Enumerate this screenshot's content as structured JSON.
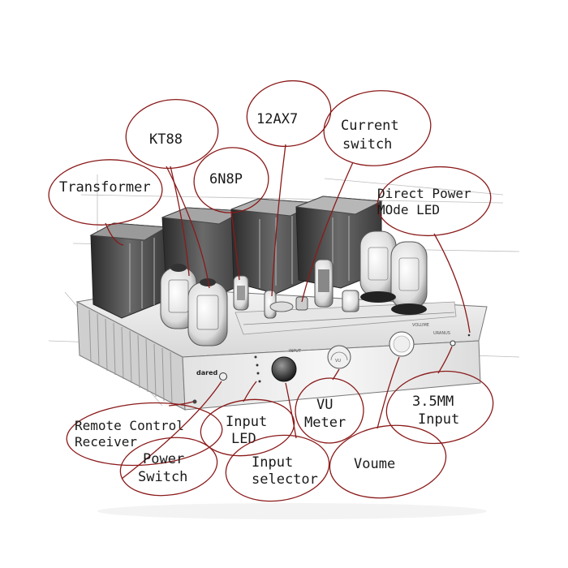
{
  "brand": "dared",
  "model": "URANUS",
  "volume_mark": "VOLUME",
  "input_mark": "INPUT",
  "meter_mark": "VU",
  "labels": {
    "kt88": "KT88",
    "ax7": "12AX7",
    "current": [
      "Current",
      "switch"
    ],
    "transformer": "Transformer",
    "n8p": "6N8P",
    "direct": [
      "Direct Power",
      "MOde LED"
    ],
    "remote": [
      "Remote Control",
      "Receiver"
    ],
    "input_led": [
      "Input",
      "LED"
    ],
    "vu": [
      "VU",
      "Meter"
    ],
    "mm": [
      "3.5MM",
      "Input"
    ],
    "power": [
      "Power",
      "Switch"
    ],
    "selector": [
      "Input",
      "selector"
    ],
    "volume": "Voume"
  },
  "colors": {
    "annotation": "#8b1a1a",
    "text": "#1a1a1a",
    "body": "#e9e9e9"
  }
}
